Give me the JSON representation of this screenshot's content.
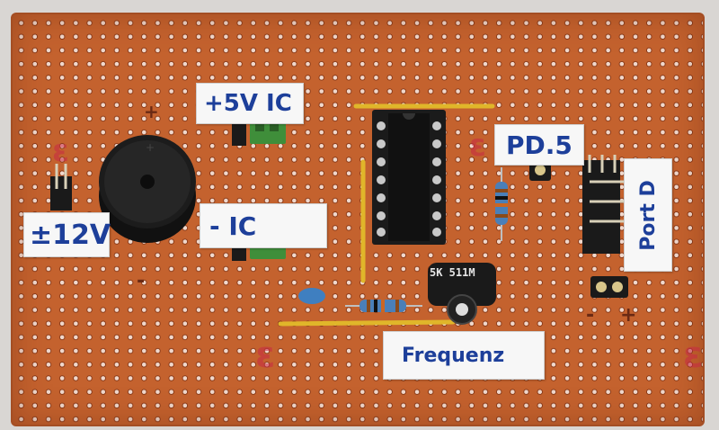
{
  "labels": {
    "plus5v_ic": "+5V   IC",
    "minus_ic": "-   IC",
    "pm12v": "±12V",
    "pd5": "PD.5",
    "frequenz": "Frequenz",
    "port_d": "Port D"
  },
  "trimmer_marking": "5K 511M",
  "board_marks": {
    "plus_top": "+",
    "minus_bottom": "-",
    "minus_right": "-",
    "plus_right": "+"
  },
  "colors": {
    "board": "#c4622e",
    "label_ink": "#1d3f9a",
    "label_paper": "#f7f7f7",
    "jumper_wire": "#e0b62a",
    "connector_green": "#3f8e3a"
  }
}
